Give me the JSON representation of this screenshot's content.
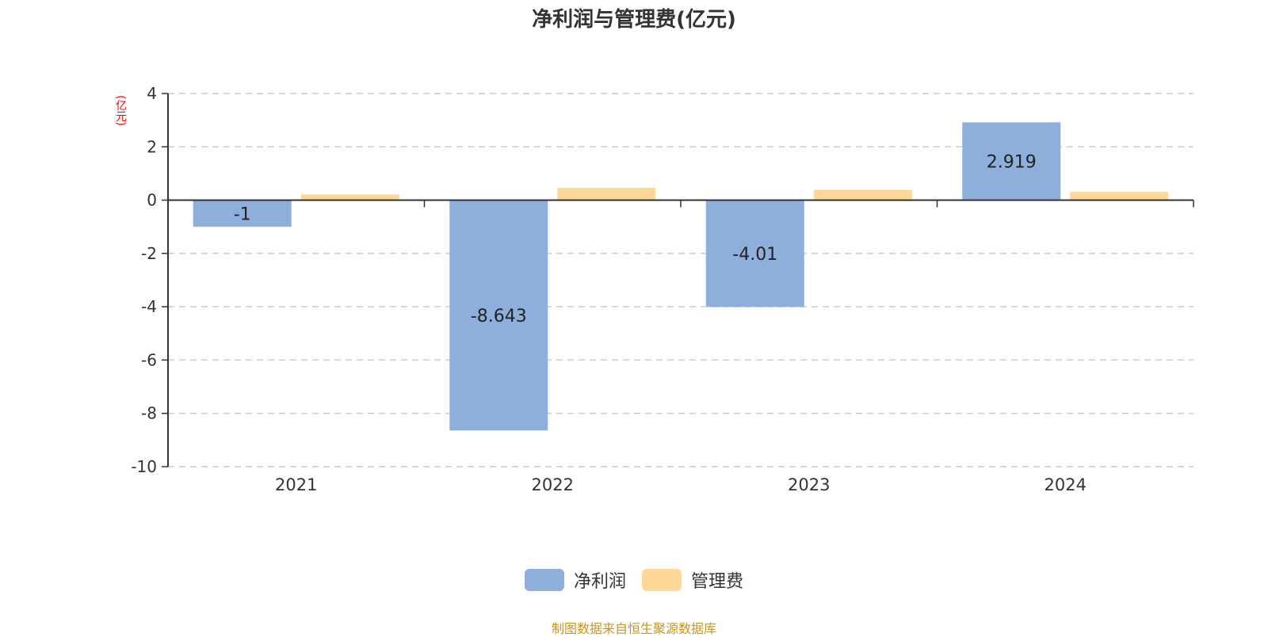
{
  "chart_data": {
    "type": "bar",
    "title": "净利润与管理费(亿元)",
    "ylabel": "(亿元)",
    "xlabel": "",
    "categories": [
      "2021",
      "2022",
      "2023",
      "2024"
    ],
    "series": [
      {
        "name": "净利润",
        "color": "#8eaedb",
        "values": [
          -1,
          -8.643,
          -4.01,
          2.919
        ],
        "labels": [
          "-1",
          "-8.643",
          "-4.01",
          "2.919"
        ]
      },
      {
        "name": "管理费",
        "color": "#ffd898",
        "values": [
          0.21,
          0.46,
          0.39,
          0.31
        ],
        "labels": [
          "",
          "",
          "",
          ""
        ]
      }
    ],
    "ylim": [
      -10,
      4
    ],
    "yticks": [
      4,
      2,
      0,
      -2,
      -4,
      -6,
      -8,
      -10
    ],
    "ytick_labels": [
      "4",
      "2",
      "0",
      "-2",
      "-4",
      "-6",
      "-8",
      "-10"
    ],
    "grid": true,
    "legend_position": "bottom-center"
  },
  "source_note": "制图数据来自恒生聚源数据库"
}
